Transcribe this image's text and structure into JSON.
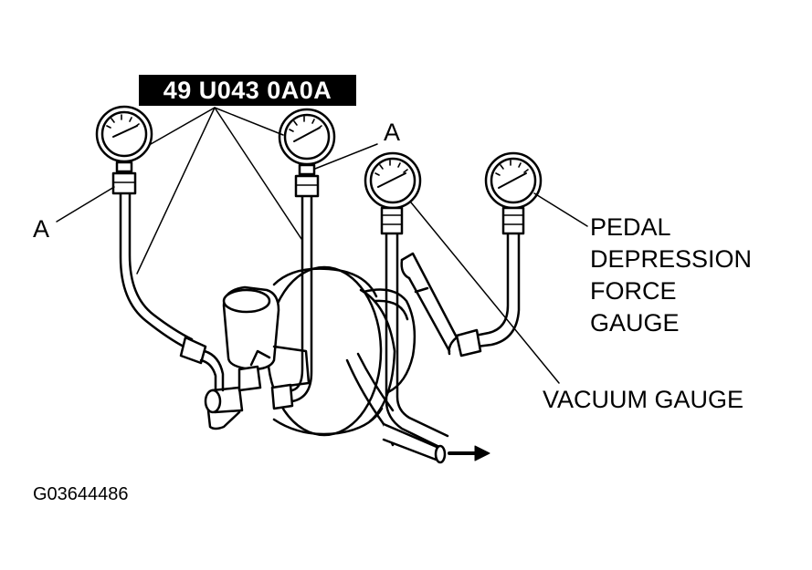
{
  "part_number": "49 U043 0A0A",
  "callout_a": "A",
  "pedal_gauge_label": [
    "PEDAL",
    "DEPRESSION",
    "FORCE",
    "GAUGE"
  ],
  "vacuum_gauge_label": "VACUUM GAUGE",
  "figure_code": "G03644486",
  "gauges": [
    "pressure-gauge",
    "pressure-gauge",
    "vacuum-gauge",
    "pedal-depression-force-gauge"
  ],
  "colors": {
    "ink": "#000000",
    "paper": "#ffffff"
  }
}
